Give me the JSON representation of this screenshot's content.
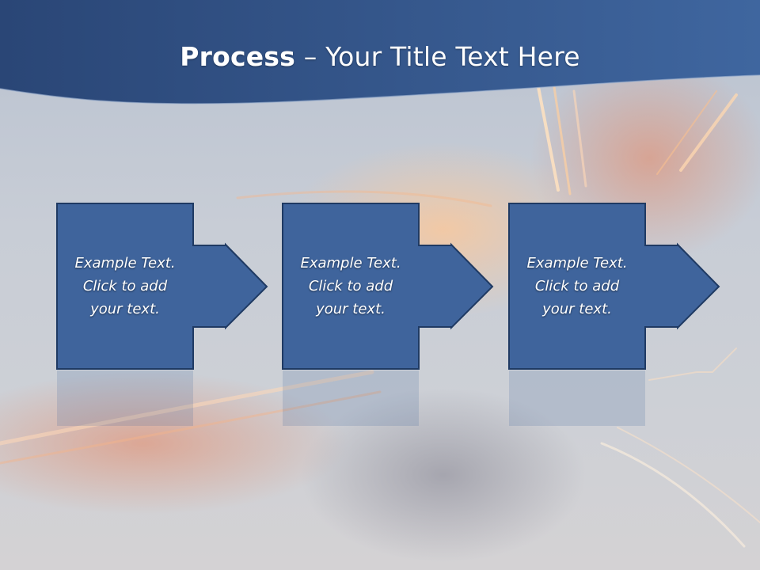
{
  "slide": {
    "title_strong": "Process",
    "title_separator": " – ",
    "title_rest": "Your Title Text Here",
    "steps": [
      {
        "text": "Example Text.\nClick  to add\nyour text."
      },
      {
        "text": "Example Text.\nClick  to add\nyour text."
      },
      {
        "text": "Example Text.\nClick  to add\nyour text."
      }
    ]
  },
  "colors": {
    "header_band": "#2b4a7b",
    "shape_fill": "#3f649c",
    "shape_border": "#1f3a63",
    "title_text": "#ffffff"
  }
}
